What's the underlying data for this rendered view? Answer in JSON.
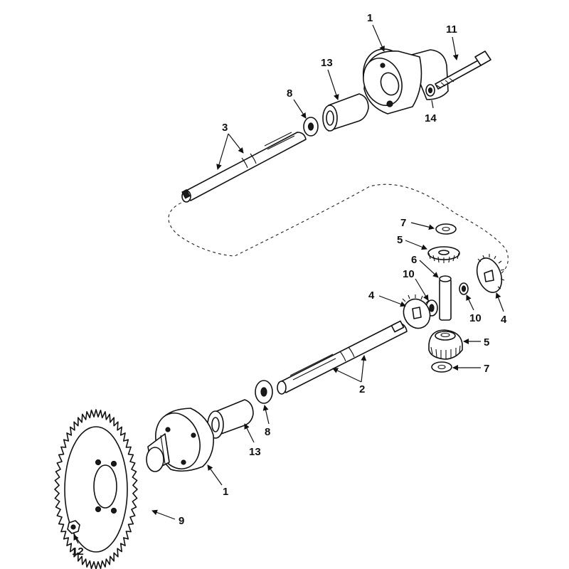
{
  "callouts": [
    {
      "id": "c1a",
      "text": "1"
    },
    {
      "id": "c11",
      "text": "11"
    },
    {
      "id": "c13a",
      "text": "13"
    },
    {
      "id": "c8a",
      "text": "8"
    },
    {
      "id": "c14",
      "text": "14"
    },
    {
      "id": "c3",
      "text": "3"
    },
    {
      "id": "c7a",
      "text": "7"
    },
    {
      "id": "c5a",
      "text": "5"
    },
    {
      "id": "c6",
      "text": "6"
    },
    {
      "id": "c10a",
      "text": "10"
    },
    {
      "id": "c4a",
      "text": "4"
    },
    {
      "id": "c10b",
      "text": "10"
    },
    {
      "id": "c4b",
      "text": "4"
    },
    {
      "id": "c5b",
      "text": "5"
    },
    {
      "id": "c7b",
      "text": "7"
    },
    {
      "id": "c2",
      "text": "2"
    },
    {
      "id": "c8b",
      "text": "8"
    },
    {
      "id": "c13b",
      "text": "13"
    },
    {
      "id": "c1b",
      "text": "1"
    },
    {
      "id": "c9",
      "text": "9"
    },
    {
      "id": "c12",
      "text": "12"
    }
  ]
}
